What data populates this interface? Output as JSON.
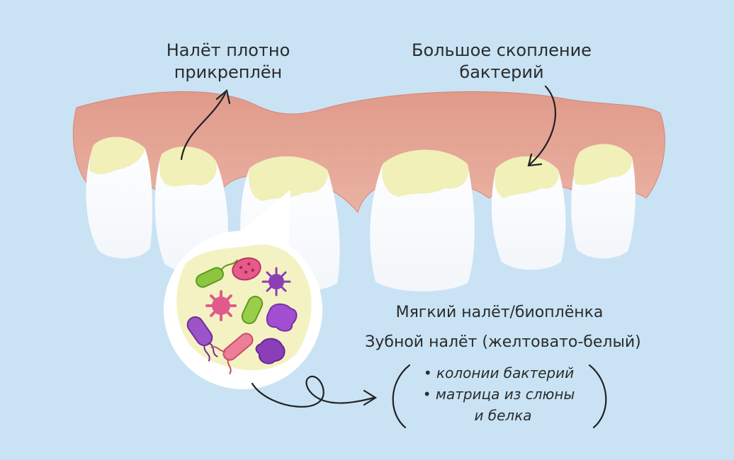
{
  "labels": {
    "attached_line1": "Налёт плотно",
    "attached_line2": "прикреплён",
    "accumulation_line1": "Большое скопление",
    "accumulation_line2": "бактерий",
    "soft_plaque": "Мягкий налёт/биоплёнка",
    "dental_plaque": "Зубной налёт (желтовато-белый)"
  },
  "composition": {
    "items": [
      "• колонии бактерий",
      "• матрица из слюны",
      "и белка"
    ]
  },
  "colors": {
    "background": "#c9e3f5",
    "gum": "#e8a897",
    "tooth": "#ffffff",
    "plaque": "#f0f0b8",
    "text": "#2b2b2b"
  },
  "icons": {
    "attached_arrow": "curved-arrow-up-icon",
    "accumulation_arrow": "curved-arrow-down-icon",
    "composition_arrow": "loop-arrow-right-icon",
    "bracket_left": "left-bracket-icon",
    "bracket_right": "right-bracket-icon"
  }
}
